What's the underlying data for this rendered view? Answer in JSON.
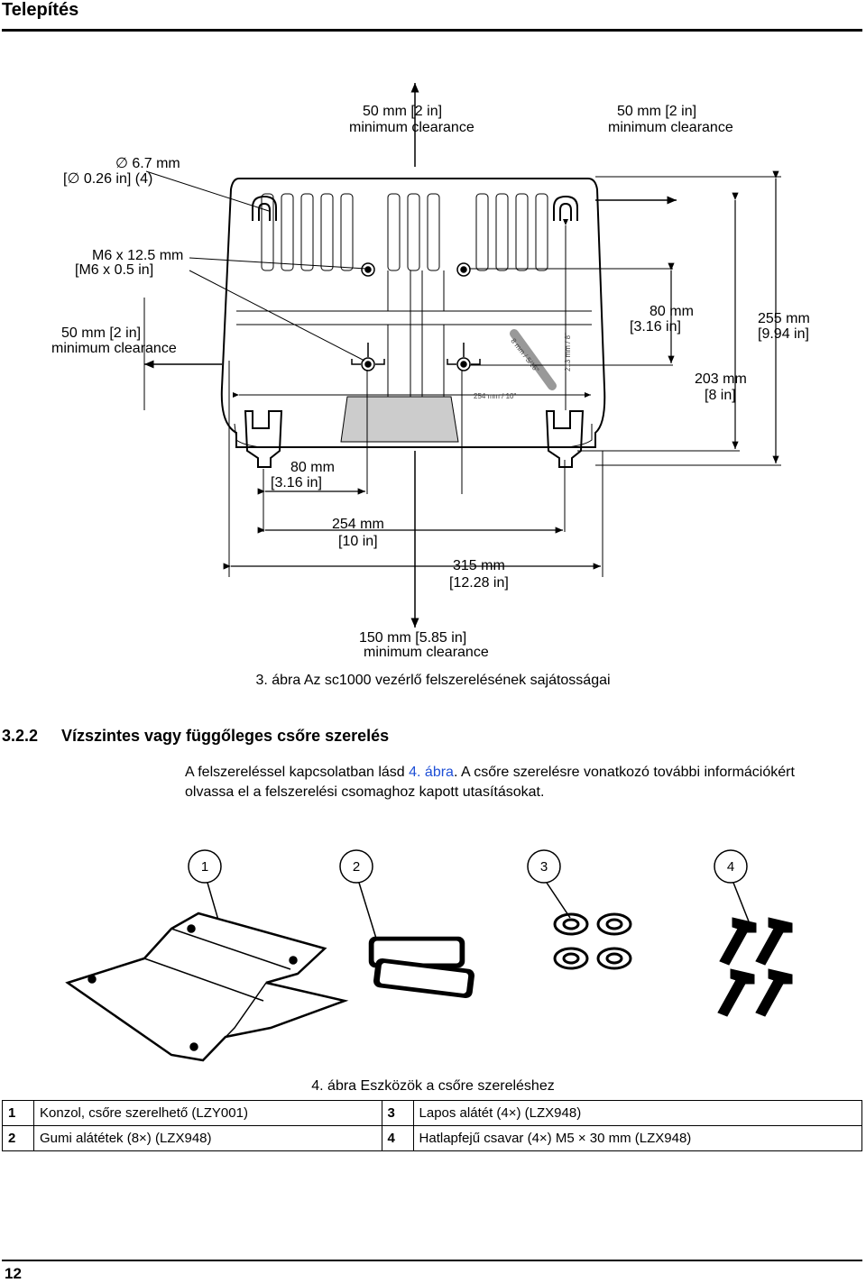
{
  "header": {
    "title": "Telepítés"
  },
  "figure3": {
    "caption": "3. ábra Az sc1000 vezérlő felszerelésének sajátosságai",
    "labels": {
      "top_clearance_1": "50 mm [2 in]",
      "top_clearance_2": "minimum  clearance",
      "topright_clearance_1": "50 mm [2 in]",
      "topright_clearance_2": "minimum  clearance",
      "hole_1": "∅ 6.7 mm",
      "hole_2": "[∅  0.26 in] (4)",
      "screw_1": "M6 x 12.5 mm",
      "screw_2": "[M6 x 0.5 in]",
      "left_clearance_1": "50 mm [2 in]",
      "left_clearance_2": "minimum  clearance",
      "right80_1": "80 mm",
      "right80_2": "[3.16 in]",
      "h255_1": "255 mm",
      "h255_2": "[9.94 in]",
      "h203_1": "203 mm",
      "h203_2": "[8 in]",
      "bottom80_1": "80 mm",
      "bottom80_2": "[3.16 in]",
      "w254_1": "254 mm",
      "w254_2": "[10 in]",
      "w315_1": "315 mm",
      "w315_2": "[12.28 in]",
      "bottom_clearance_1": "150 mm [5.85 in]",
      "bottom_clearance_2": "minimum  clearance",
      "inner_254": "254 mm / 10\"",
      "inner_213": "213 mm / 8\"",
      "inner_slot": "8 mm / 5/16\""
    }
  },
  "section": {
    "number": "3.2.2",
    "title": "Vízszintes vagy függőleges csőre szerelés",
    "para_before_link": "A felszereléssel kapcsolatban lásd ",
    "para_link": "4. ábra",
    "para_after_link": ". A csőre szerelésre vonatkozó további információkért olvassa el a felszerelési csomaghoz kapott utasításokat."
  },
  "figure4": {
    "caption": "4. ábra Eszközök a csőre szereléshez",
    "callouts": [
      "1",
      "2",
      "3",
      "4"
    ]
  },
  "parts_table": [
    {
      "num": "1",
      "text": "Konzol, csőre szerelhető (LZY001)",
      "num2": "3",
      "text2": "Lapos alátét (4×) (LZX948)"
    },
    {
      "num": "2",
      "text": "Gumi alátétek (8×) (LZX948)",
      "num2": "4",
      "text2": "Hatlapfejű csavar (4×) M5 × 30 mm (LZX948)"
    }
  ],
  "footer": {
    "page_number": "12"
  }
}
